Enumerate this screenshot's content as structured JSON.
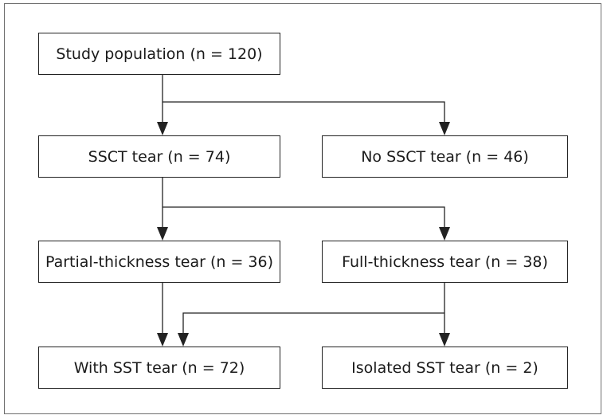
{
  "diagram": {
    "nodes": {
      "study_population": "Study population (n = 120)",
      "ssct_tear": "SSCT tear (n = 74)",
      "no_ssct_tear": "No SSCT tear (n = 46)",
      "partial_thickness_tear": "Partial-thickness tear (n = 36)",
      "full_thickness_tear": "Full-thickness tear (n = 38)",
      "with_sst_tear": "With SST tear (n = 72)",
      "isolated_sst_tear": "Isolated SST tear (n = 2)"
    },
    "edges": [
      {
        "from": "study_population",
        "to": "ssct_tear"
      },
      {
        "from": "study_population",
        "to": "no_ssct_tear"
      },
      {
        "from": "ssct_tear",
        "to": "partial_thickness_tear"
      },
      {
        "from": "ssct_tear",
        "to": "full_thickness_tear"
      },
      {
        "from": "partial_thickness_tear",
        "to": "with_sst_tear"
      },
      {
        "from": "full_thickness_tear",
        "to": "with_sst_tear"
      },
      {
        "from": "full_thickness_tear",
        "to": "isolated_sst_tear"
      }
    ],
    "colors": {
      "line": "#222222",
      "border": "#6e6e6e"
    }
  }
}
